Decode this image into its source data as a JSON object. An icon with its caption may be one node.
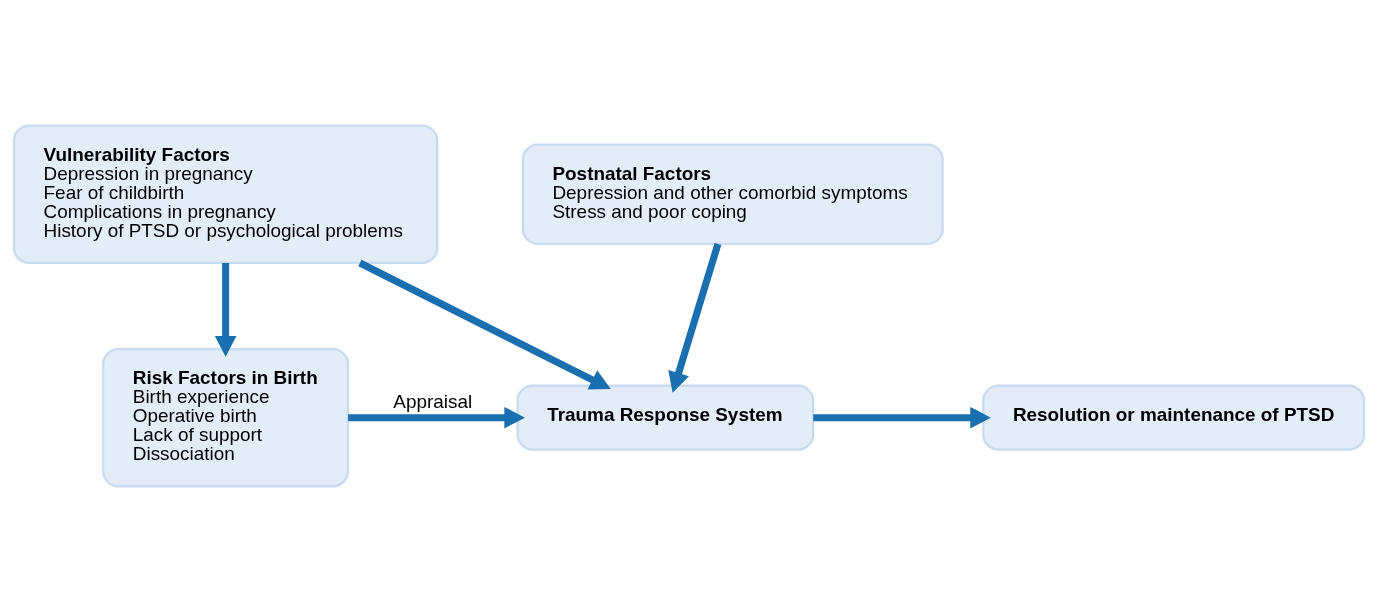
{
  "diagram": {
    "nodes": [
      {
        "text": [
          "Vulnerability Factors",
          "Depression in pregnancy",
          "Fear of childbirth",
          "Complications in pregnancy",
          "History of PTSD or psychological problems"
        ]
      },
      {
        "text": [
          "Postnatal Factors",
          "Depression and other comorbid symptoms",
          "Stress and poor coping"
        ]
      },
      {
        "text": [
          "Risk Factors in Birth",
          "Birth experience",
          "Operative birth",
          "Lack of support",
          "Dissociation"
        ]
      },
      {
        "text": [
          "Trauma Response System"
        ]
      },
      {
        "text": [
          "Resolution or maintenance of PTSD"
        ]
      }
    ],
    "edges": [
      {
        "from": 0,
        "to": 2,
        "arrow": "to"
      },
      {
        "from": 0,
        "to": 3,
        "arrow": "to"
      },
      {
        "from": 1,
        "to": 3,
        "arrow": "to"
      },
      {
        "from": 2,
        "to": 3,
        "arrow": "to",
        "label": "Appraisal"
      },
      {
        "from": 3,
        "to": 4,
        "arrow": "to"
      }
    ]
  }
}
